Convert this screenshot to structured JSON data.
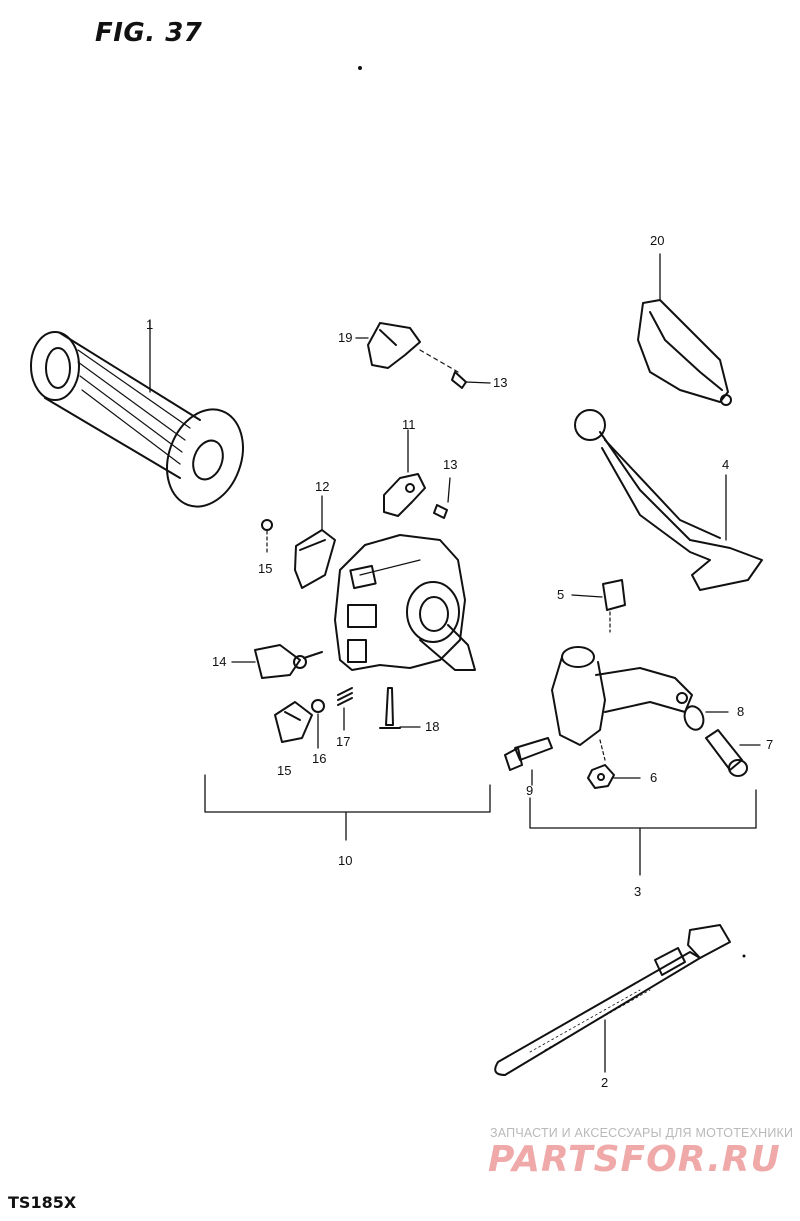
{
  "figure": {
    "title": "FIG. 37",
    "model": "TS185X"
  },
  "watermark": {
    "tagline": "ЗАПЧАСТИ И АКСЕССУАРЫ ДЛЯ МОТОТЕХНИКИ",
    "logo": "PARTSFOR.RU"
  },
  "callouts": {
    "p1": "1",
    "p2": "2",
    "p3": "3",
    "p4": "4",
    "p5": "5",
    "p6": "6",
    "p7": "7",
    "p8": "8",
    "p9": "9",
    "p10": "10",
    "p11": "11",
    "p12": "12",
    "p13a": "13",
    "p13b": "13",
    "p14": "14",
    "p15a": "15",
    "p15b": "15",
    "p16": "16",
    "p17": "17",
    "p18": "18",
    "p19": "19",
    "p20": "20"
  }
}
